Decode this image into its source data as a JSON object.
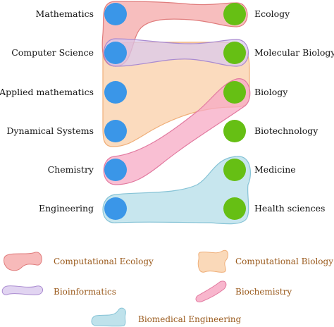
{
  "left_nodes": [
    {
      "label": "Mathematics",
      "color": "#3a96e8"
    },
    {
      "label": "Computer Science",
      "color": "#3a96e8"
    },
    {
      "label": "Applied mathematics",
      "color": "#3a96e8"
    },
    {
      "label": "Dynamical Systems",
      "color": "#3a96e8"
    },
    {
      "label": "Chemistry",
      "color": "#3a96e8"
    },
    {
      "label": "Engineering",
      "color": "#3a96e8"
    }
  ],
  "right_nodes": [
    {
      "label": "Ecology",
      "color": "#66bf14"
    },
    {
      "label": "Molecular Biology",
      "color": "#66bf14"
    },
    {
      "label": "Biology",
      "color": "#66bf14"
    },
    {
      "label": "Biotechnology",
      "color": "#66bf14"
    },
    {
      "label": "Medicine",
      "color": "#66bf14"
    },
    {
      "label": "Health sciences",
      "color": "#66bf14"
    }
  ],
  "legend": [
    {
      "label": "Computational Ecology",
      "fill": "#f4a3a3",
      "stroke": "#e07c7c"
    },
    {
      "label": "Computational Biology",
      "fill": "#f9cfa8",
      "stroke": "#efae78"
    },
    {
      "label": "Bioinformatics",
      "fill": "#d9c9ee",
      "stroke": "#a98ad0"
    },
    {
      "label": "Biochemistry",
      "fill": "#f7a9c4",
      "stroke": "#e27aa0"
    },
    {
      "label": "Biomedical Engineering",
      "fill": "#b4dde8",
      "stroke": "#86c3d6"
    }
  ]
}
